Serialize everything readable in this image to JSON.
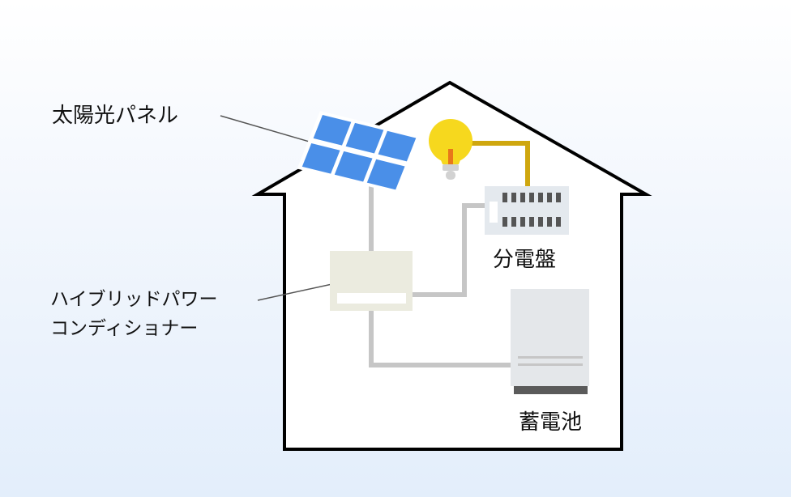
{
  "labels": {
    "solar_panel": "太陽光パネル",
    "inverter_line1": "ハイブリッドパワー",
    "inverter_line2": "コンディショナー",
    "distribution_board": "分電盤",
    "storage_battery": "蓄電池"
  },
  "colors": {
    "background_top": "#ffffff",
    "background_bottom": "#e3eefb",
    "house_outline": "#000000",
    "solar_cell": "#4a8fe8",
    "wire": "#c6c6c6",
    "bulb": "#f6d81e",
    "bulb_wire": "#cfa70f",
    "inverter": "#ebebdf",
    "board": "#e4e9ee",
    "battery": "#e4e7ea",
    "battery_base": "#5b5b5b"
  },
  "icons": {
    "solar": "solar-panel-icon",
    "bulb": "light-bulb-icon",
    "board": "distribution-board-icon",
    "inverter": "power-conditioner-icon",
    "battery": "storage-battery-icon"
  }
}
